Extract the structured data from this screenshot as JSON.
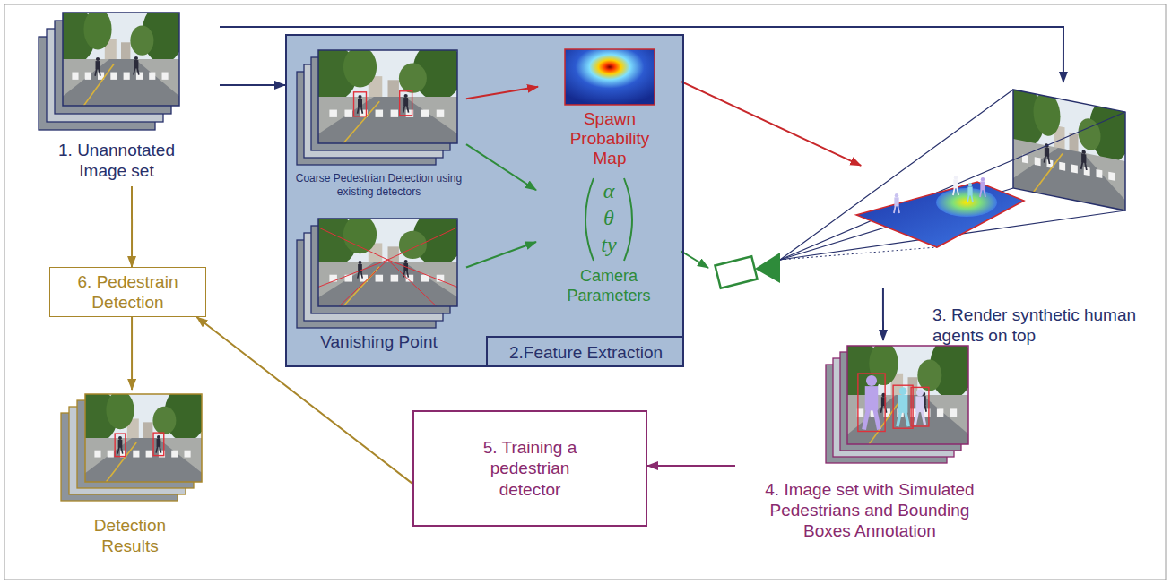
{
  "diagram": {
    "nodes": [
      {
        "text": [
          "1. Unannotated Image set"
        ]
      },
      {
        "text": [
          "2.Feature Extraction"
        ]
      },
      {
        "text": [
          "Coarse Pedestrian Detection using existing detectors"
        ],
        "in": 1
      },
      {
        "text": [
          "Vanishing Point"
        ],
        "in": 1
      },
      {
        "text": [
          "Spawn Probability Map"
        ],
        "in": 1
      },
      {
        "text": [
          "α",
          "θ",
          "ty",
          "Camera Parameters"
        ],
        "in": 1
      },
      {
        "text": [
          "3. Render synthetic human agents on top"
        ]
      },
      {
        "text": [
          "4. Image set with Simulated Pedestrians and Bounding Boxes Annotation"
        ]
      },
      {
        "text": [
          "5. Training a pedestrian detector"
        ]
      },
      {
        "text": [
          "6. Pedestrain Detection"
        ]
      },
      {
        "text": [
          "Detection Results"
        ]
      }
    ],
    "edges": [
      {
        "from": 0,
        "to": 1,
        "arrow": "to"
      },
      {
        "from": 0,
        "to": 6,
        "arrow": "to"
      },
      {
        "from": 0,
        "to": 9,
        "arrow": "to"
      },
      {
        "from": 2,
        "to": 4,
        "arrow": "to"
      },
      {
        "from": 2,
        "to": 5,
        "arrow": "to"
      },
      {
        "from": 3,
        "to": 5,
        "arrow": "to"
      },
      {
        "from": 4,
        "to": 6,
        "arrow": "to"
      },
      {
        "from": 5,
        "to": 6,
        "arrow": "to"
      },
      {
        "from": 6,
        "to": 7,
        "arrow": "to"
      },
      {
        "from": 7,
        "to": 8,
        "arrow": "to"
      },
      {
        "from": 8,
        "to": 9,
        "arrow": "to"
      },
      {
        "from": 9,
        "to": 10,
        "arrow": "to"
      }
    ]
  }
}
